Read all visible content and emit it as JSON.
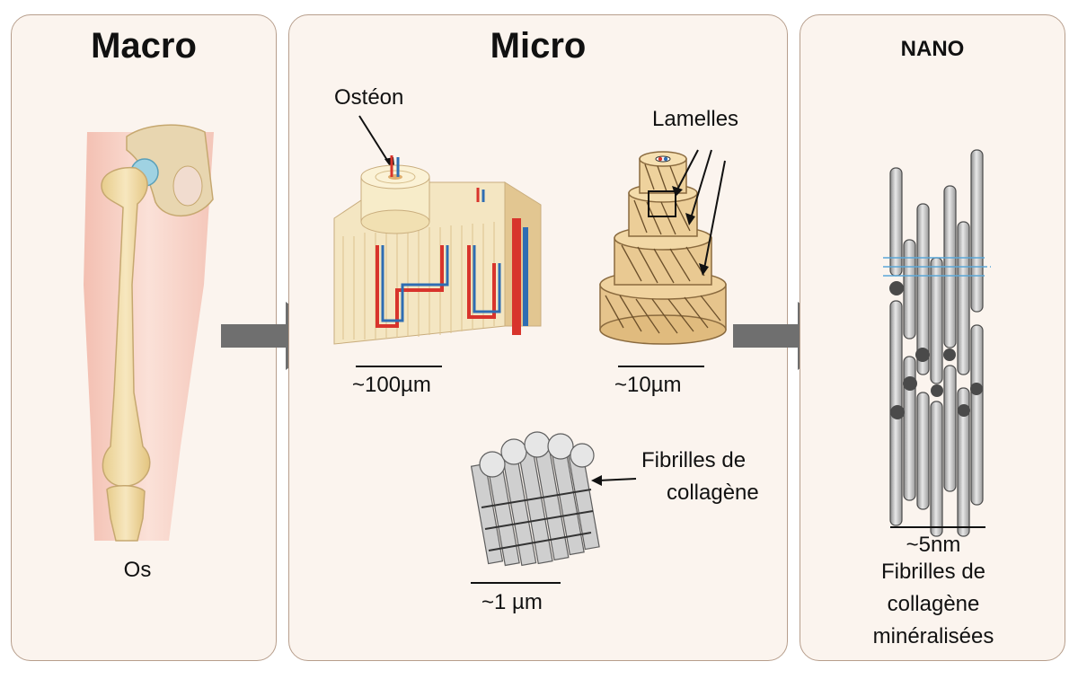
{
  "panels": {
    "macro": {
      "title": "Macro",
      "label": "Os"
    },
    "micro": {
      "title": "Micro",
      "osteon_label": "Ostéon",
      "osteon_scale": "~100µm",
      "lamellae_label": "Lamelles",
      "lamellae_scale": "~10µm",
      "fibrils_label_line1": "Fibrilles de",
      "fibrils_label_line2": "collagène",
      "fibrils_scale": "~1 µm"
    },
    "nano": {
      "title": "NANO",
      "scale": "~5nm",
      "label_line1": "Fibrilles de",
      "label_line2": "collagène",
      "label_line3": "minéralisées"
    }
  },
  "colors": {
    "panel_bg": "#fbf4ee",
    "panel_border": "#b79e8c",
    "arrow": "#6f6f6f",
    "bone": "#efd9a3",
    "skin": "#f6cfc4",
    "artery": "#d8342c",
    "vein": "#2f6db3"
  }
}
